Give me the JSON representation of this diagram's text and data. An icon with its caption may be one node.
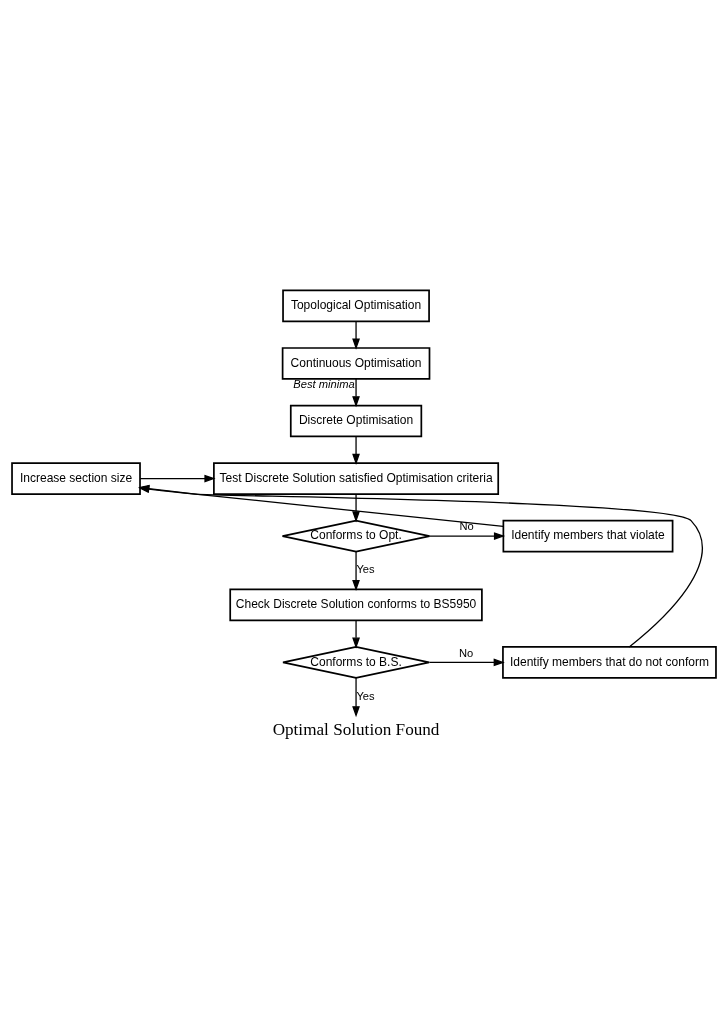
{
  "diagram": {
    "nodes": [
      {
        "text": [
          "Topological Optimisation"
        ]
      },
      {
        "text": [
          "Continuous Optimisation"
        ]
      },
      {
        "text": [
          "Discrete Optimisation"
        ]
      },
      {
        "text": [
          "Test Discrete Solution satisfied Optimisation criteria"
        ]
      },
      {
        "text": [
          "Conforms to Opt."
        ]
      },
      {
        "text": [
          "Identify members that violate"
        ]
      },
      {
        "text": [
          "Increase section size"
        ]
      },
      {
        "text": [
          "Check Discrete Solution conforms to BS5950"
        ]
      },
      {
        "text": [
          "Conforms to B.S."
        ]
      },
      {
        "text": [
          "Identify members that do not conform"
        ]
      },
      {
        "text": [
          "Optimal Solution Found"
        ]
      }
    ],
    "edges": [
      {
        "from": 0,
        "to": 1,
        "arrow": "to"
      },
      {
        "from": 1,
        "to": 2,
        "arrow": "to",
        "label": "Best minima"
      },
      {
        "from": 2,
        "to": 3,
        "arrow": "to"
      },
      {
        "from": 3,
        "to": 4,
        "arrow": "to"
      },
      {
        "from": 4,
        "to": 5,
        "arrow": "to",
        "label": "No"
      },
      {
        "from": 5,
        "to": 6,
        "arrow": "to"
      },
      {
        "from": 6,
        "to": 3,
        "arrow": "to"
      },
      {
        "from": 4,
        "to": 7,
        "arrow": "to",
        "label": "Yes"
      },
      {
        "from": 7,
        "to": 8,
        "arrow": "to"
      },
      {
        "from": 8,
        "to": 9,
        "arrow": "to",
        "label": "No"
      },
      {
        "from": 9,
        "to": 6,
        "arrow": "to"
      },
      {
        "from": 8,
        "to": 10,
        "arrow": "to",
        "label": "Yes"
      }
    ]
  }
}
